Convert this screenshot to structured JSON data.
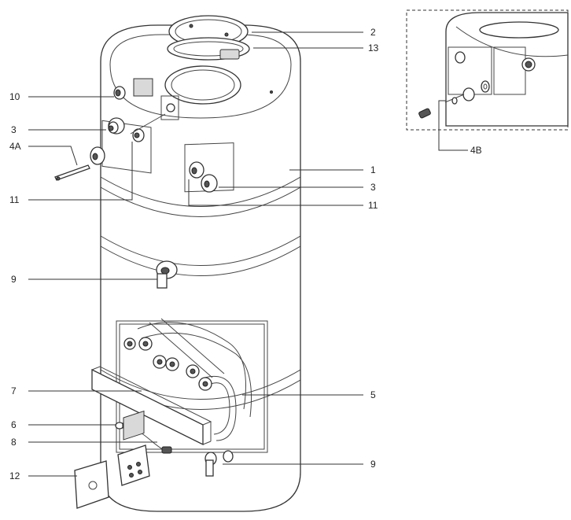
{
  "callouts": {
    "c1": "1",
    "c2": "2",
    "c3a": "3",
    "c3b": "3",
    "c4A": "4A",
    "c4B": "4B",
    "c5": "5",
    "c6": "6",
    "c7": "7",
    "c8": "8",
    "c9a": "9",
    "c9b": "9",
    "c10": "10",
    "c11a": "11",
    "c11b": "11",
    "c12": "12",
    "c13": "13"
  }
}
